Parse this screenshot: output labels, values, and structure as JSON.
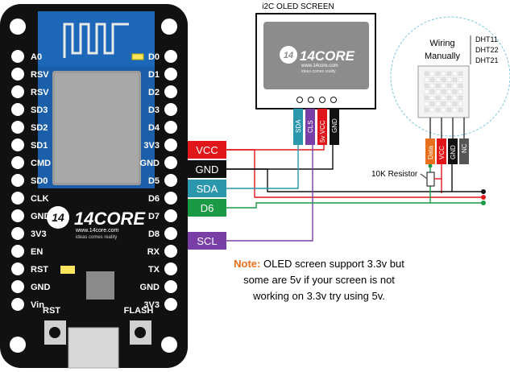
{
  "board": {
    "left_pins": [
      "A0",
      "RSV",
      "RSV",
      "SD3",
      "SD2",
      "SD1",
      "CMD",
      "SD0",
      "CLK",
      "GND",
      "3V3",
      "EN",
      "RST",
      "GND",
      "Vin"
    ],
    "right_pins": [
      "D0",
      "D1",
      "D2",
      "D3",
      "D4",
      "3V3",
      "GND",
      "D5",
      "D6",
      "D7",
      "D8",
      "RX",
      "TX",
      "GND",
      "3V3"
    ],
    "logo_text": "14CORE",
    "logo_url": "www.14core.com",
    "logo_tagline": "ideas comes reality",
    "rst_label": "RST",
    "flash_label": "FLASH"
  },
  "oled": {
    "title": "i2C OLED SCREEN",
    "logo_text": "14CORE",
    "logo_url": "www.14core.com",
    "logo_tagline": "ideas comes reality",
    "pins": [
      "SDA",
      "CLS",
      "5v VCC",
      "GND"
    ]
  },
  "connection_labels": [
    {
      "text": "VCC",
      "color": "#e0161b"
    },
    {
      "text": "GND",
      "color": "#111111"
    },
    {
      "text": "SDA",
      "color": "#2a97ad"
    },
    {
      "text": "D6",
      "color": "#1a9a44"
    },
    {
      "text": "SCL",
      "color": "#7a3fa6"
    }
  ],
  "sensor": {
    "wiring_label": "Wiring Manually",
    "models": [
      "DHT11",
      "DHT22",
      "DHT21"
    ],
    "pins": [
      "Data",
      "VCC",
      "GND",
      "NC"
    ]
  },
  "resistor_label": "10K Resistor",
  "note": {
    "prefix": "Note:",
    "line1": " OLED screen support 3.3v but",
    "line2": "some are 5v if your screen is not",
    "line3": "working on 3.3v try using 5v."
  },
  "colors": {
    "board": "#111111",
    "pcb_module": "#1b5faa",
    "vcc": "#e0161b",
    "gnd": "#111111",
    "sda": "#2a97ad",
    "data": "#1a9a44",
    "scl": "#7a3fa6",
    "data_pin": "#e8701c",
    "note_accent": "#e8701c"
  }
}
